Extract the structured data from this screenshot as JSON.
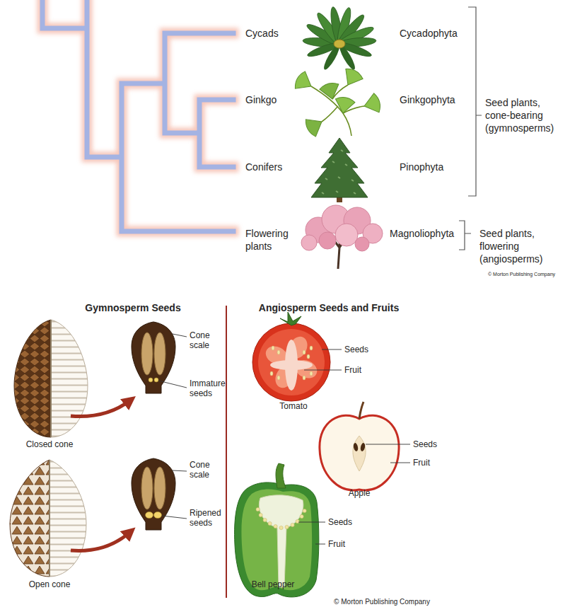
{
  "diagram": {
    "labels": [
      "Cycads",
      "Cycadophyta",
      "Ginkgo",
      "Ginkgophyta",
      "Seed plants, cone-bearing (gymnosperms)",
      "Conifers",
      "Pinophyta",
      "Flowering plants",
      "Magnoliophyta",
      "Seed plants, flowering (angiosperms)",
      "© Morton Publishing Company",
      "Gymnosperm Seeds",
      "Angiosperm Seeds and Fruits",
      "Cone scale",
      "Immature seeds",
      "Seeds",
      "Fruit",
      "Tomato",
      "Closed cone",
      "Seeds",
      "Fruit",
      "Apple",
      "Cone scale",
      "Ripened seeds",
      "Seeds",
      "Fruit",
      "Open cone",
      "Bell pepper",
      "© Morton Publishing Company"
    ]
  }
}
